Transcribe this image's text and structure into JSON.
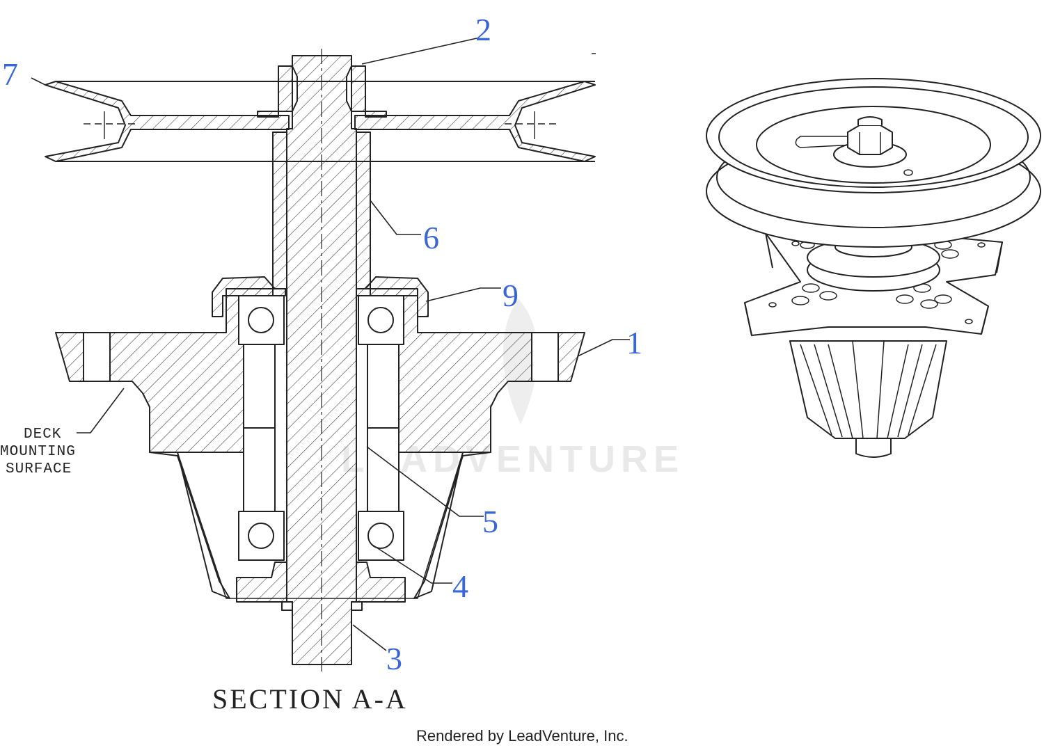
{
  "diagram": {
    "section_title": "SECTION  A-A",
    "mounting_note": [
      "DECK",
      "MOUNTING",
      "SURFACE"
    ],
    "footer": "Rendered by LeadVenture, Inc.",
    "watermark": "LEADVENTURE",
    "callouts": [
      {
        "id": "1",
        "label": "1"
      },
      {
        "id": "2",
        "label": "2"
      },
      {
        "id": "3",
        "label": "3"
      },
      {
        "id": "4",
        "label": "4"
      },
      {
        "id": "5",
        "label": "5"
      },
      {
        "id": "6",
        "label": "6"
      },
      {
        "id": "7",
        "label": "7"
      },
      {
        "id": "9",
        "label": "9"
      }
    ],
    "colors": {
      "callout": "#3a66d6",
      "line": "#222222",
      "hatch": "#333333",
      "watermark": "#e9e9e9"
    }
  }
}
